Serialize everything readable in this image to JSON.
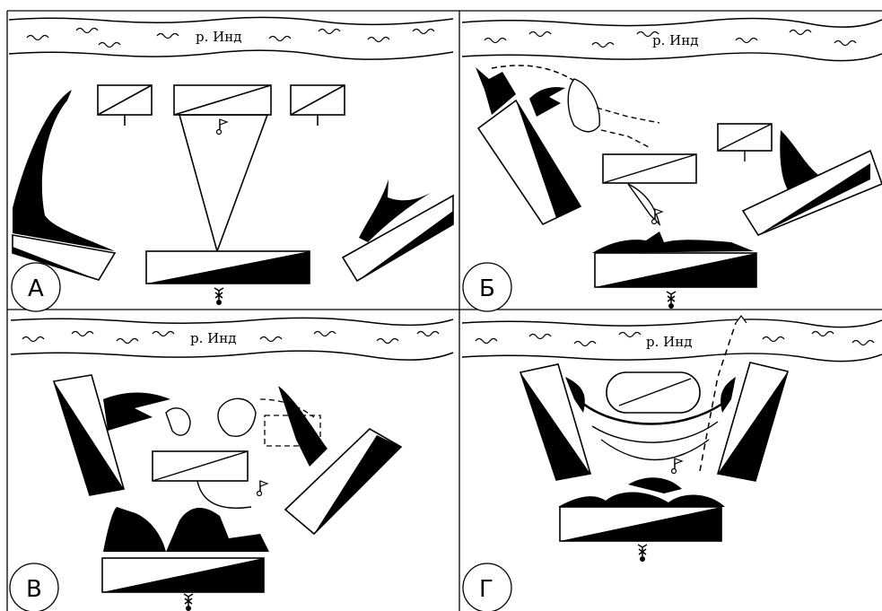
{
  "panels": [
    {
      "id": "A",
      "letter": "А",
      "river_label": "р. Инд"
    },
    {
      "id": "B",
      "letter": "Б",
      "river_label": "р. Инд"
    },
    {
      "id": "V",
      "letter": "В",
      "river_label": "р. Инд"
    },
    {
      "id": "G",
      "letter": "Г",
      "river_label": "р. Инд"
    }
  ],
  "colors": {
    "ink": "#000000",
    "paper": "#ffffff"
  }
}
